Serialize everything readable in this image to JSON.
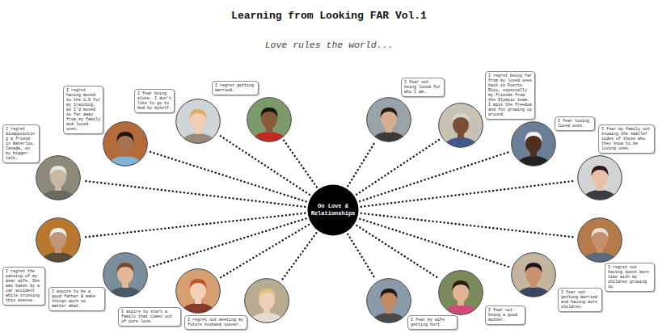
{
  "diagram": {
    "title": "Learning from Looking FAR Vol.1",
    "nodes": [
      {
        "text": [
          "On Love & Relationships"
        ]
      },
      {
        "text": [
          "I regret disappointing a friend in Waterloo, Canada, on my bigger talk."
        ]
      },
      {
        "text": [
          "I regret having moved to the U.S for my training, as I'd moved so far away from my family and loved ones."
        ]
      },
      {
        "text": [
          "I fear being alone. I don't like to go to bed by myself."
        ]
      },
      {
        "text": [
          "I regret getting married."
        ]
      },
      {
        "text": [
          "I fear not being loved for who I am."
        ]
      },
      {
        "text": [
          "I regret being far from my loved ones back in Puerto Rico, especially my friends from the Olympic team. I miss the freedom and fun growing up around."
        ]
      },
      {
        "text": [
          "I fear losing loved ones."
        ]
      },
      {
        "text": [
          "I fear my family not knowing the smaller sides of those who they know to be loving ones."
        ]
      },
      {
        "text": [
          "I regret not having spent more time with my children growing up."
        ]
      },
      {
        "text": [
          "I fear not getting married and having more children."
        ]
      },
      {
        "text": [
          "I fear not being a good mother."
        ]
      },
      {
        "text": [
          "I fear my wife getting hurt."
        ]
      },
      {
        "text": [
          "I regret not meeting my future husband sooner."
        ]
      },
      {
        "text": [
          "I aspire to start a family that comes out of pure love."
        ]
      },
      {
        "text": [
          "I aspire to be a good father & make things work no matter what."
        ]
      },
      {
        "text": [
          "I regret the passing of my dear wife. She was taken by a car accident while crossing this avenue."
        ]
      }
    ],
    "edges": [
      {
        "from": 0,
        "to": 1,
        "arrow": "none"
      },
      {
        "from": 0,
        "to": 2,
        "arrow": "none"
      },
      {
        "from": 0,
        "to": 3,
        "arrow": "none"
      },
      {
        "from": 0,
        "to": 4,
        "arrow": "none"
      },
      {
        "from": 0,
        "to": 5,
        "arrow": "none"
      },
      {
        "from": 0,
        "to": 6,
        "arrow": "none"
      },
      {
        "from": 0,
        "to": 7,
        "arrow": "none"
      },
      {
        "from": 0,
        "to": 8,
        "arrow": "none"
      },
      {
        "from": 0,
        "to": 9,
        "arrow": "none"
      },
      {
        "from": 0,
        "to": 10,
        "arrow": "none"
      },
      {
        "from": 0,
        "to": 11,
        "arrow": "none"
      },
      {
        "from": 0,
        "to": 12,
        "arrow": "none"
      },
      {
        "from": 0,
        "to": 13,
        "arrow": "none"
      },
      {
        "from": 0,
        "to": 14,
        "arrow": "none"
      },
      {
        "from": 0,
        "to": 15,
        "arrow": "none"
      },
      {
        "from": 0,
        "to": 16,
        "arrow": "none"
      }
    ],
    "labels": [
      "Love rules the world..."
    ]
  }
}
